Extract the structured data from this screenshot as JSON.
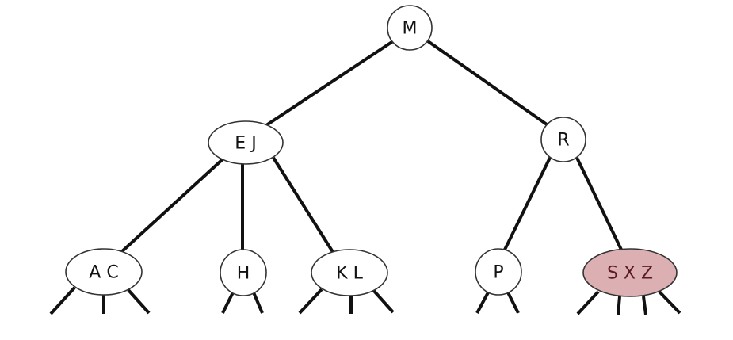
{
  "diagram": {
    "type": "2-3-4 tree",
    "highlight_color": "#dcb0b3",
    "nodes": {
      "root": {
        "label": "M",
        "keys": [
          "M"
        ]
      },
      "left": {
        "label": "E J",
        "keys": [
          "E",
          "J"
        ]
      },
      "right": {
        "label": "R",
        "keys": [
          "R"
        ]
      },
      "leaf_ac": {
        "label": "A C",
        "keys": [
          "A",
          "C"
        ]
      },
      "leaf_h": {
        "label": "H",
        "keys": [
          "H"
        ]
      },
      "leaf_kl": {
        "label": "K L",
        "keys": [
          "K",
          "L"
        ]
      },
      "leaf_p": {
        "label": "P",
        "keys": [
          "P"
        ]
      },
      "leaf_sxz": {
        "label": "S X Z",
        "keys": [
          "S",
          "X",
          "Z"
        ],
        "highlighted": true
      }
    },
    "edges": [
      [
        "root",
        "left"
      ],
      [
        "root",
        "right"
      ],
      [
        "left",
        "leaf_ac"
      ],
      [
        "left",
        "leaf_h"
      ],
      [
        "left",
        "leaf_kl"
      ],
      [
        "right",
        "leaf_p"
      ],
      [
        "right",
        "leaf_sxz"
      ]
    ]
  }
}
